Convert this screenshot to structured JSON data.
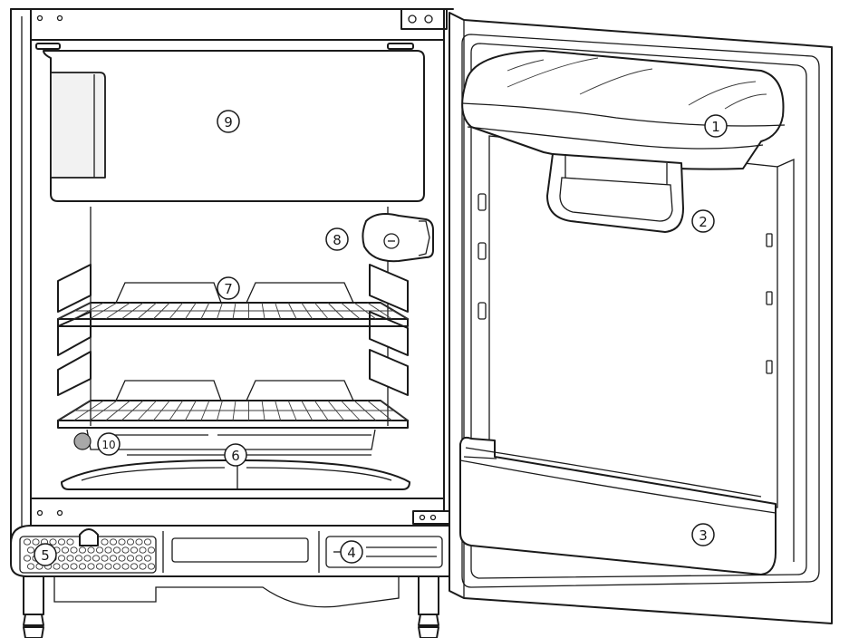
{
  "callouts": [
    {
      "id": "door-upper-compartment",
      "label": "1"
    },
    {
      "id": "egg-tray",
      "label": "2"
    },
    {
      "id": "bottle-shelf",
      "label": "3"
    },
    {
      "id": "rating-plate",
      "label": "4"
    },
    {
      "id": "ventilation-grille",
      "label": "5"
    },
    {
      "id": "vegetable-drawer",
      "label": "6"
    },
    {
      "id": "wire-shelf",
      "label": "7"
    },
    {
      "id": "temperature-control",
      "label": "8"
    },
    {
      "id": "freezer-compartment",
      "label": "9"
    },
    {
      "id": "drain-hole",
      "label": "10"
    }
  ],
  "colors": {
    "line": "#1a1a1a",
    "fill": "#ffffff",
    "shade": "#f2f2f2",
    "plug": "#a8a8a8"
  }
}
